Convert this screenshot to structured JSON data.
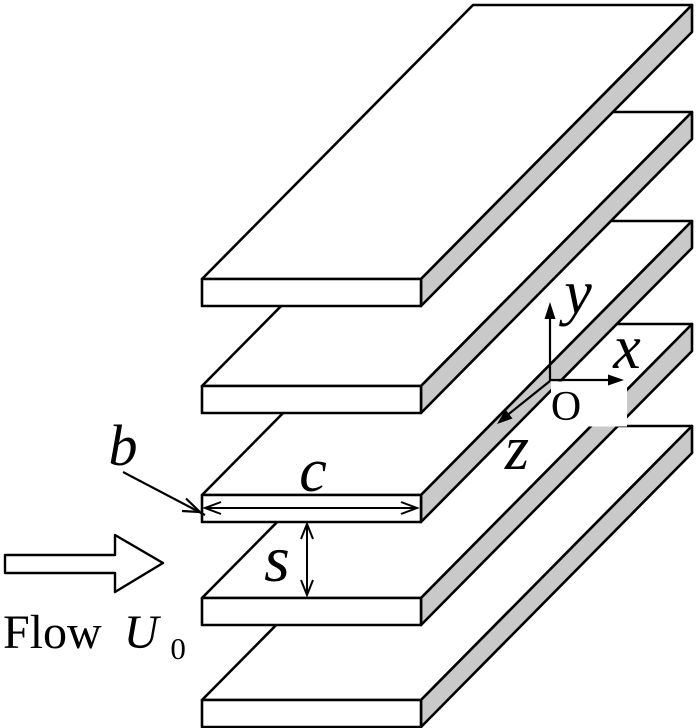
{
  "figure": {
    "colors": {
      "background": "#ffffff",
      "plate_face": "#ffffff",
      "plate_side": "#c9c9c9",
      "line": "#000000"
    },
    "labels": {
      "thickness": "b",
      "chord": "c",
      "spacing": "s",
      "axis_x": "x",
      "axis_y": "y",
      "axis_z": "z",
      "origin": "O",
      "flow_word": "Flow",
      "velocity_symbol": "U",
      "velocity_subscript": "0"
    }
  }
}
